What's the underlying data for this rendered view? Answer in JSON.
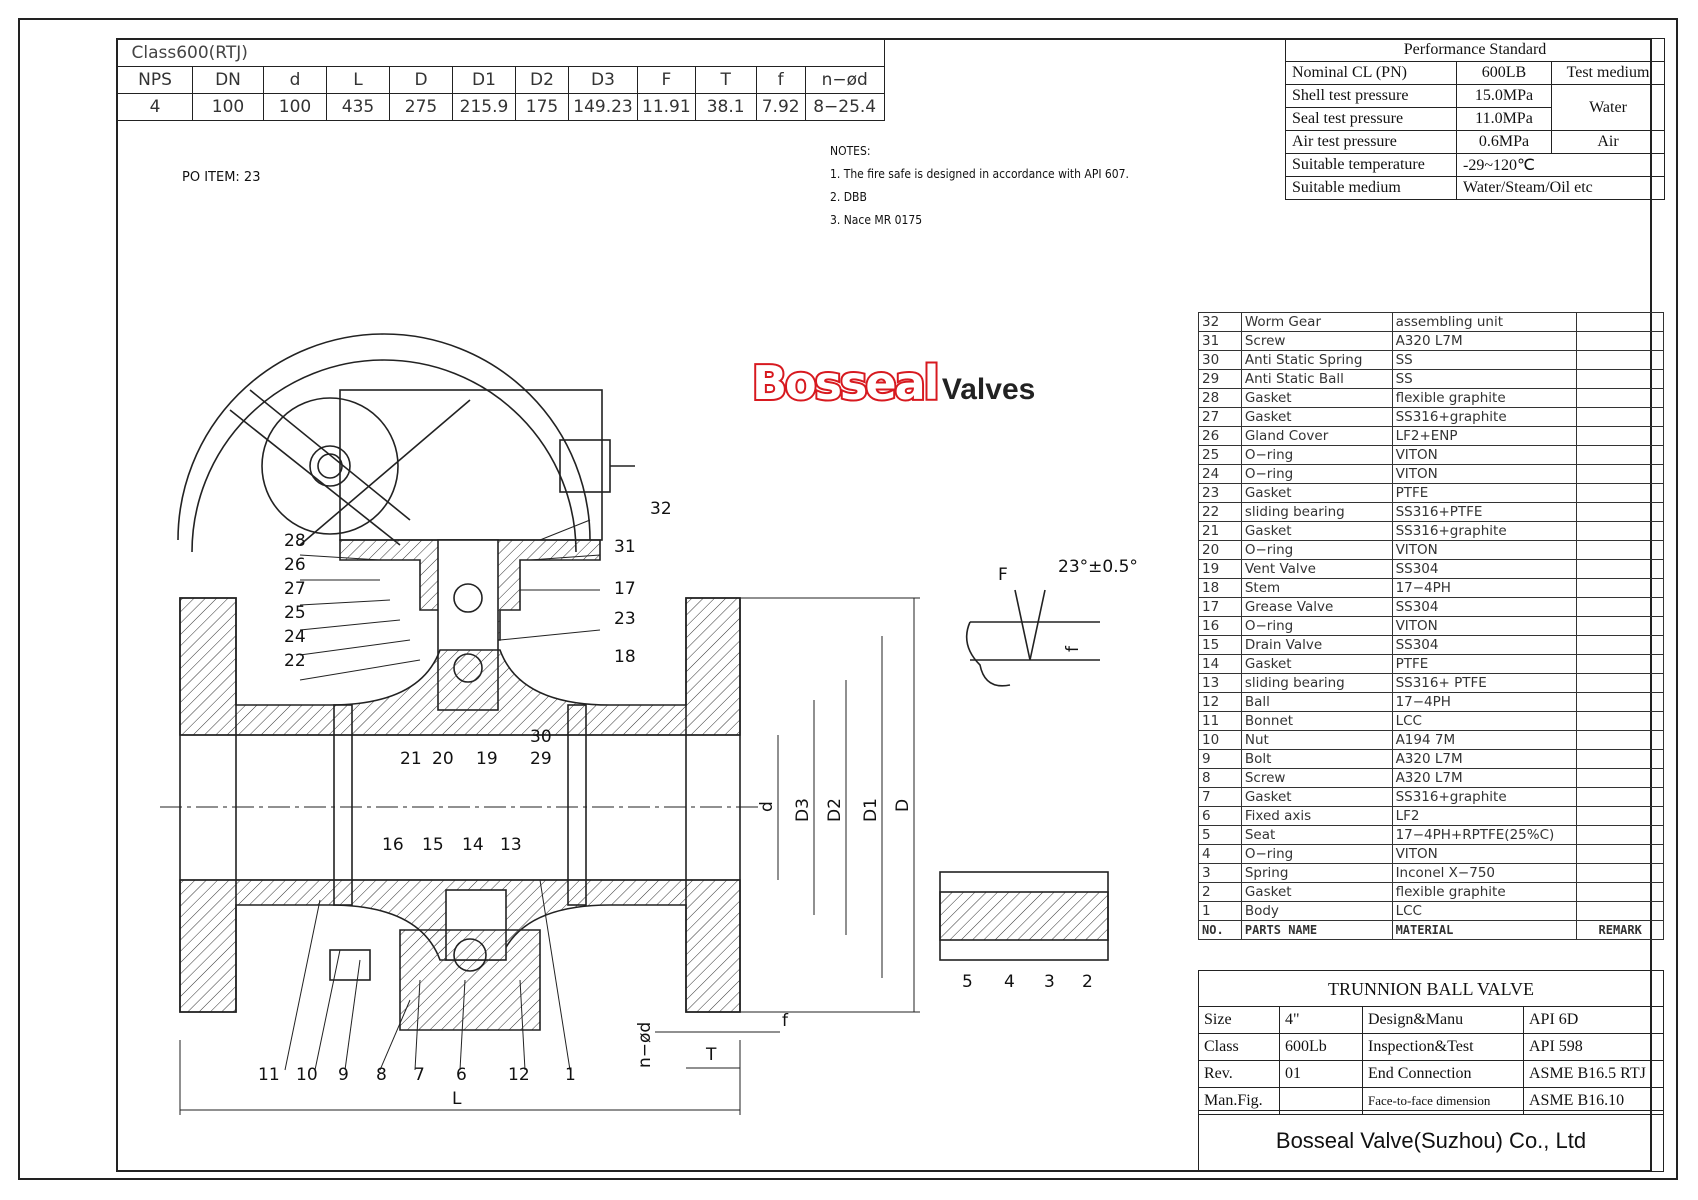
{
  "dimensions": {
    "caption": "Class600(RTJ)",
    "headers": [
      "NPS",
      "DN",
      "d",
      "L",
      "D",
      "D1",
      "D2",
      "D3",
      "F",
      "T",
      "f",
      "n−ød"
    ],
    "values": [
      "4",
      "100",
      "100",
      "435",
      "275",
      "215.9",
      "175",
      "149.23",
      "11.91",
      "38.1",
      "7.92",
      "8−25.4"
    ]
  },
  "po_item": "PO ITEM:  23",
  "notes": {
    "title": "NOTES:",
    "items": [
      "1.  The fire safe is designed in accordance with API 607.",
      "2.  DBB",
      "3.  Nace MR 0175"
    ]
  },
  "logo": {
    "word1": "Bosseal",
    "word2": "Valves",
    "color": "#d7191f"
  },
  "performance": {
    "title": "Performance Standard",
    "rows": [
      {
        "label": "Nominal CL (PN)",
        "value": "600LB",
        "medium": "Test medium"
      },
      {
        "label": "Shell test pressure",
        "value": "15.0MPa"
      },
      {
        "label": "Seal test pressure",
        "value": "11.0MPa"
      },
      {
        "label": "Air test pressure",
        "value": "0.6MPa",
        "medium": "Air"
      },
      {
        "label": "Suitable temperature",
        "value": "-29~120℃"
      },
      {
        "label": "Suitable medium",
        "value": "Water/Steam/Oil etc"
      }
    ],
    "water": "Water"
  },
  "parts": [
    {
      "no": "32",
      "name": "Worm Gear",
      "material": "assembling unit"
    },
    {
      "no": "31",
      "name": "Screw",
      "material": "A320 L7M"
    },
    {
      "no": "30",
      "name": "Anti Static Spring",
      "material": "SS"
    },
    {
      "no": "29",
      "name": "Anti Static Ball",
      "material": "SS"
    },
    {
      "no": "28",
      "name": "Gasket",
      "material": "flexible graphite"
    },
    {
      "no": "27",
      "name": "Gasket",
      "material": "SS316+graphite"
    },
    {
      "no": "26",
      "name": "Gland Cover",
      "material": "LF2+ENP"
    },
    {
      "no": "25",
      "name": "O−ring",
      "material": "VITON"
    },
    {
      "no": "24",
      "name": "O−ring",
      "material": "VITON"
    },
    {
      "no": "23",
      "name": "Gasket",
      "material": "PTFE"
    },
    {
      "no": "22",
      "name": "sliding bearing",
      "material": "SS316+PTFE"
    },
    {
      "no": "21",
      "name": "Gasket",
      "material": "SS316+graphite"
    },
    {
      "no": "20",
      "name": "O−ring",
      "material": "VITON"
    },
    {
      "no": "19",
      "name": "Vent Valve",
      "material": "SS304"
    },
    {
      "no": "18",
      "name": "Stem",
      "material": "17−4PH"
    },
    {
      "no": "17",
      "name": "Grease Valve",
      "material": "SS304"
    },
    {
      "no": "16",
      "name": "O−ring",
      "material": "VITON"
    },
    {
      "no": "15",
      "name": "Drain Valve",
      "material": "SS304"
    },
    {
      "no": "14",
      "name": "Gasket",
      "material": "PTFE"
    },
    {
      "no": "13",
      "name": "sliding bearing",
      "material": "SS316+ PTFE"
    },
    {
      "no": "12",
      "name": "Ball",
      "material": "17−4PH"
    },
    {
      "no": "11",
      "name": "Bonnet",
      "material": "LCC"
    },
    {
      "no": "10",
      "name": "Nut",
      "material": "A194 7M"
    },
    {
      "no": "9",
      "name": "Bolt",
      "material": "A320 L7M"
    },
    {
      "no": "8",
      "name": "Screw",
      "material": "A320 L7M"
    },
    {
      "no": "7",
      "name": "Gasket",
      "material": "SS316+graphite"
    },
    {
      "no": "6",
      "name": "Fixed axis",
      "material": "LF2"
    },
    {
      "no": "5",
      "name": "Seat",
      "material": "17−4PH+RPTFE(25%C)"
    },
    {
      "no": "4",
      "name": "O−ring",
      "material": "VITON"
    },
    {
      "no": "3",
      "name": "Spring",
      "material": "Inconel X−750"
    },
    {
      "no": "2",
      "name": "Gasket",
      "material": "flexible graphite"
    },
    {
      "no": "1",
      "name": "Body",
      "material": "LCC"
    }
  ],
  "parts_header": {
    "no": "NO.",
    "name": "PARTS NAME",
    "material": "MATERIAL",
    "remark": "REMARK"
  },
  "title_block": {
    "title": "TRUNNION BALL VALVE",
    "rows": [
      [
        "Size",
        "4\"",
        "Design&Manu",
        "API 6D"
      ],
      [
        "Class",
        "600Lb",
        "Inspection&Test",
        "API 598"
      ],
      [
        "Rev.",
        "01",
        "End Connection",
        "ASME B16.5 RTJ"
      ],
      [
        "Man.Fig.",
        "",
        "Face-to-face dimension",
        "ASME B16.10"
      ]
    ],
    "company": "Bosseal Valve(Suzhou) Co., Ltd"
  },
  "drawing": {
    "callouts": [
      "1",
      "2",
      "3",
      "4",
      "5",
      "6",
      "7",
      "8",
      "9",
      "10",
      "11",
      "12",
      "13",
      "14",
      "15",
      "16",
      "17",
      "18",
      "19",
      "20",
      "21",
      "22",
      "23",
      "24",
      "25",
      "26",
      "27",
      "28",
      "29",
      "30",
      "31",
      "32"
    ],
    "dim_labels": {
      "d": "d",
      "D3": "D3",
      "D2": "D2",
      "D1": "D1",
      "D": "D",
      "L": "L",
      "T": "T",
      "f": "f",
      "nd": "n−ød",
      "F": "F",
      "angle": "23°±0.5°"
    }
  }
}
